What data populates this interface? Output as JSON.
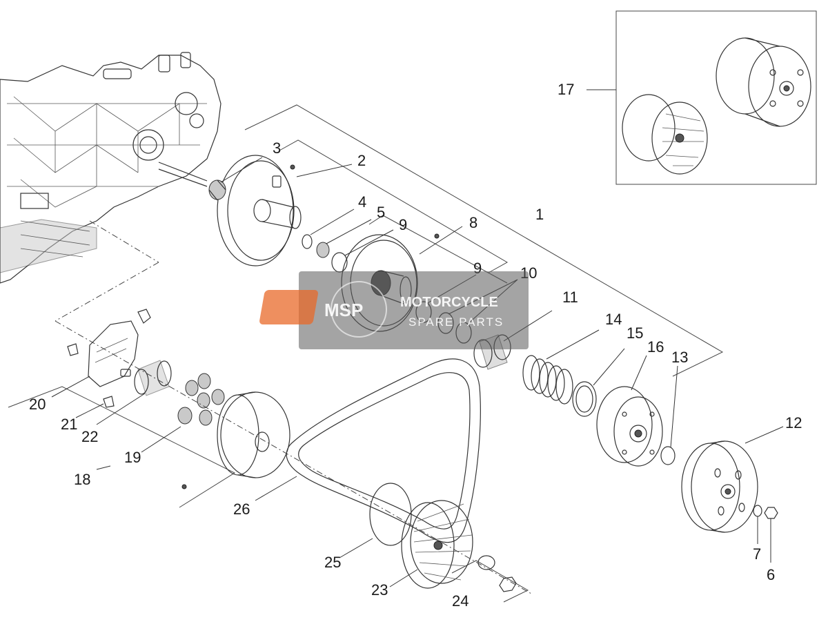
{
  "labels": {
    "l1": "1",
    "l2": "2",
    "l3": "3",
    "l4": "4",
    "l5": "5",
    "l6": "6",
    "l7": "7",
    "l8": "8",
    "l9a": "9",
    "l9b": "9",
    "l10": "10",
    "l11": "11",
    "l12": "12",
    "l13": "13",
    "l14": "14",
    "l15": "15",
    "l16": "16",
    "l17": "17",
    "l18": "18",
    "l19": "19",
    "l20": "20",
    "l21": "21",
    "l22": "22",
    "l23": "23",
    "l24": "24",
    "l25": "25",
    "l26": "26"
  },
  "watermark": {
    "logo": "MSP",
    "line1": "MOTORCYCLE",
    "line2": "SPARE PARTS"
  }
}
